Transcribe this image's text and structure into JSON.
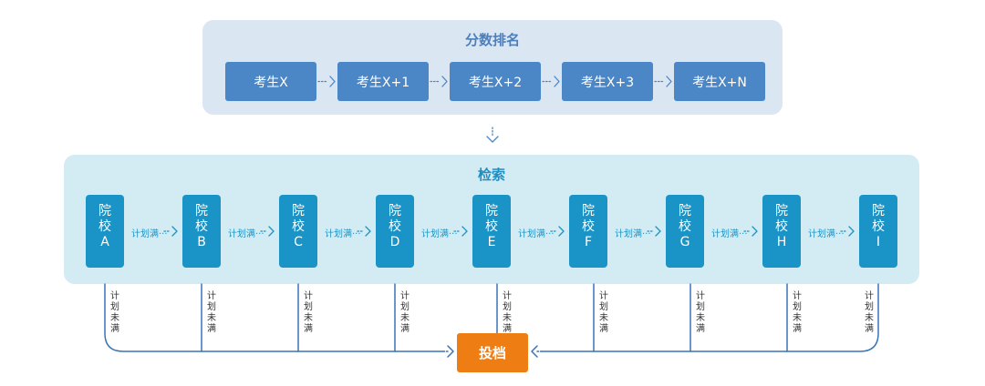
{
  "ranking": {
    "title": "分数排名",
    "students": [
      "考生X",
      "考生X+1",
      "考生X+2",
      "考生X+3",
      "考生X+N"
    ]
  },
  "search": {
    "title": "检索",
    "schools": [
      {
        "top": "院",
        "mid": "校",
        "letter": "A"
      },
      {
        "top": "院",
        "mid": "校",
        "letter": "B"
      },
      {
        "top": "院",
        "mid": "校",
        "letter": "C"
      },
      {
        "top": "院",
        "mid": "校",
        "letter": "D"
      },
      {
        "top": "院",
        "mid": "校",
        "letter": "E"
      },
      {
        "top": "院",
        "mid": "校",
        "letter": "F"
      },
      {
        "top": "院",
        "mid": "校",
        "letter": "G"
      },
      {
        "top": "院",
        "mid": "校",
        "letter": "H"
      },
      {
        "top": "院",
        "mid": "校",
        "letter": "I"
      }
    ],
    "full_label": "计划满",
    "not_full_label": [
      "计",
      "划",
      "未",
      "满"
    ]
  },
  "result": {
    "label": "投档"
  },
  "colors": {
    "rank_panel": "#dbe6f3",
    "search_panel": "#d3ebf2",
    "student_box": "#4b86c6",
    "school_box": "#1a94c6",
    "result_box": "#ee7d14"
  }
}
